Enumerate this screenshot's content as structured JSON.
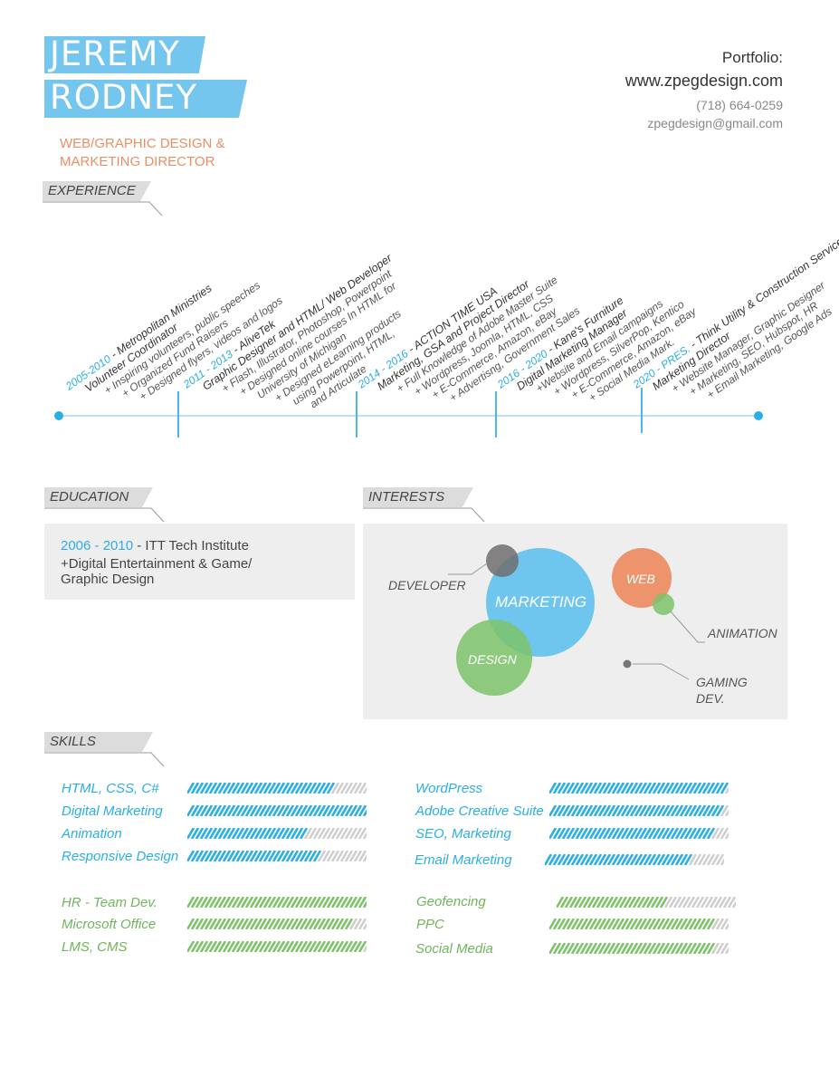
{
  "header": {
    "first_name": "JEREMY",
    "last_name": "RODNEY",
    "role_line1": "WEB/GRAPHIC DESIGN &",
    "role_line2": "MARKETING DIRECTOR"
  },
  "contact": {
    "portfolio_label": "Portfolio:",
    "portfolio_url": "www.zpegdesign.com",
    "phone": "(718) 664-0259",
    "email": "zpegdesign@gmail.com"
  },
  "sections": {
    "experience": "EXPERIENCE",
    "education": "EDUCATION",
    "interests": "INTERESTS",
    "skills": "SKILLS"
  },
  "experience": [
    {
      "years": "2005-2010",
      "company": " - Metropolitan Ministries",
      "title": "Volunteer Coordinator",
      "details": [
        "+ Inspiring volunteers, public speeches",
        "+ Organized Fund Raisers",
        "+ Designed flyers, videos and logos"
      ]
    },
    {
      "years": "2011 - 2013",
      "company": " - AliveTek",
      "title": "Graphic Designer and HTML/ Web Developer",
      "details": [
        "+ Flash, Illustrator, Photoshop, Powerpoint",
        "+ Designed online courses In HTML for",
        "University of Michigan",
        "+ Designed eLearning products",
        "using Powerpoint, HTML,",
        "and Articulate"
      ]
    },
    {
      "years": "2014 - 2016",
      "company": " - ACTION TIME USA",
      "title": "Marketing, GSA and Project Director",
      "details": [
        "+ Full Knowledge of Adobe Master Suite",
        "+ Wordpress, Joomla, HTML, CSS",
        "+ E-Commerce, Amazon, eBay",
        "+ Advertisng, Government Sales"
      ]
    },
    {
      "years": "2016 - 2020",
      "company": " - Kane's Furniture",
      "title": "Digital Marketing Manager",
      "details": [
        "+Website and Email campaigns",
        "+ Wordpress, SilverPop, Kentico",
        "+ E-Commerce, Amazon, eBay",
        "+ Social Media Mark."
      ]
    },
    {
      "years": "2020 - PRES.",
      "company": " - Think Utility & Construction Services",
      "title": "Marketing Director",
      "details": [
        "+ Website Manager, Graphic Designer",
        "+ Marketing, SEO, Hubspot, HR",
        "+ Email Marketing, Google Ads"
      ]
    }
  ],
  "education": {
    "years": "2006 - 2010",
    "school": " - ITT Tech Institute",
    "detail1": "+Digital Entertainment & Game/",
    "detail2": "Graphic Design"
  },
  "interests": {
    "developer": "DEVELOPER",
    "marketing": "MARKETING",
    "web": "WEB",
    "animation": "ANIMATION",
    "design": "DESIGN",
    "gaming1": "GAMING",
    "gaming2": "DEV."
  },
  "skills": [
    {
      "name": "HTML, CSS, C#",
      "level": 0.8,
      "color": "blue"
    },
    {
      "name": "Digital Marketing",
      "level": 1.0,
      "color": "blue"
    },
    {
      "name": "Animation",
      "level": 0.65,
      "color": "blue"
    },
    {
      "name": "Responsive Design",
      "level": 0.72,
      "color": "blue"
    },
    {
      "name": "WordPress",
      "level": 0.97,
      "color": "blue"
    },
    {
      "name": "Adobe Creative Suite",
      "level": 0.96,
      "color": "blue"
    },
    {
      "name": "SEO, Marketing",
      "level": 0.9,
      "color": "blue"
    },
    {
      "name": "Email Marketing",
      "level": 0.8,
      "color": "blue"
    },
    {
      "name": "HR - Team Dev.",
      "level": 1.0,
      "color": "green"
    },
    {
      "name": "Microsoft Office",
      "level": 0.9,
      "color": "green"
    },
    {
      "name": "LMS, CMS",
      "level": 0.97,
      "color": "green"
    },
    {
      "name": "Geofencing",
      "level": 0.6,
      "color": "green"
    },
    {
      "name": "PPC",
      "level": 0.9,
      "color": "green"
    },
    {
      "name": "Social Media",
      "level": 0.9,
      "color": "green"
    }
  ],
  "colors": {
    "accent_blue": "#74c6ee",
    "text_blue": "#2aaee6",
    "orange": "#ec8e64",
    "green": "#7dc36a",
    "gray_stripe": "#cfcfcf"
  }
}
